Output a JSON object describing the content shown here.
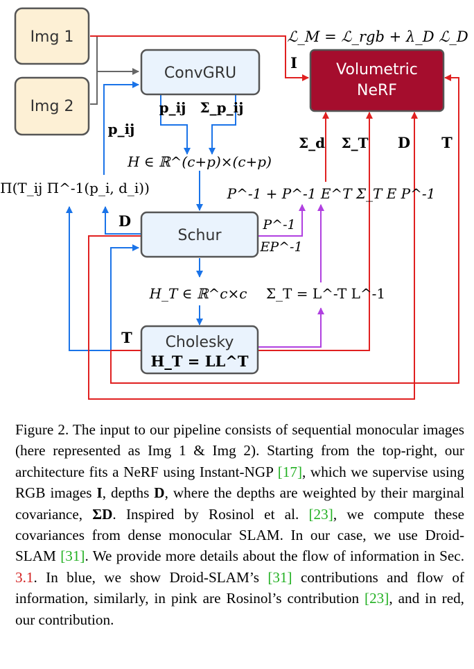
{
  "boxes": {
    "img1": "Img 1",
    "img2": "Img 2",
    "convgru": "ConvGRU",
    "nerf_line1": "Volumetric",
    "nerf_line2": "NeRF",
    "schur": "Schur",
    "cholesky": "Cholesky",
    "cholesky_formula": "H_T = LL^T"
  },
  "labels": {
    "loss": "ℒ_M = ℒ_rgb + λ_D ℒ_D",
    "I": "I",
    "p_ij": "p_ij",
    "sigma_p_ij": "Σ_p_ij",
    "p_ij_left": "p_ij",
    "H": "H ∈ ℝ^(c+p)×(c+p)",
    "projection": "Π(T_ij Π^-1(p_i, d_i))",
    "D_left": "D",
    "sigma_d": "Σ_d",
    "sigma_T_top": "Σ_T",
    "D_right": "D",
    "T_right": "T",
    "marginal": "P^-1 + P^-1 E^T Σ_T E P^-1",
    "P_inv": "P^-1",
    "EP_inv": "EP^-1",
    "H_T": "H_T ∈ ℝ^c×c",
    "sigma_T_eq": "Σ_T = L^-T L^-1",
    "T_left": "T"
  },
  "caption": {
    "p1": "Figure 2. The input to our pipeline consists of sequential monocular images (here represented as Img 1 & Img 2). Starting from the top-right, our architecture fits a NeRF using Instant-NGP ",
    "c17": "[17]",
    "p2": ", which we supervise using RGB images ",
    "I": "I",
    "p3": ", depths ",
    "D": "D",
    "p4": ", where the depths are weighted by their marginal covariance, ",
    "sigmaD": "ΣD",
    "p5": ". Inspired by Rosinol et al. ",
    "c23a": "[23]",
    "p6": ", we compute these covariances from dense monocular SLAM. In our case, we use Droid-SLAM ",
    "c31a": "[31]",
    "p7": ". We provide more details about the flow of information in Sec. ",
    "sec": "3.1",
    "p8": ". In blue, we show Droid-SLAM’s ",
    "c31b": "[31]",
    "p9": " contributions and flow of information, similarly, in pink are Rosinol’s contribution ",
    "c23b": "[23]",
    "p10": ", and in red, our contribution."
  },
  "colors": {
    "img_fill": "#fdf0d5",
    "box_fill": "#eaf3fd",
    "box_stroke": "#555555",
    "nerf_fill": "#a50d2d",
    "blue": "#1a73e8",
    "red": "#e02020",
    "purple": "#b040e0",
    "gray": "#666666"
  }
}
